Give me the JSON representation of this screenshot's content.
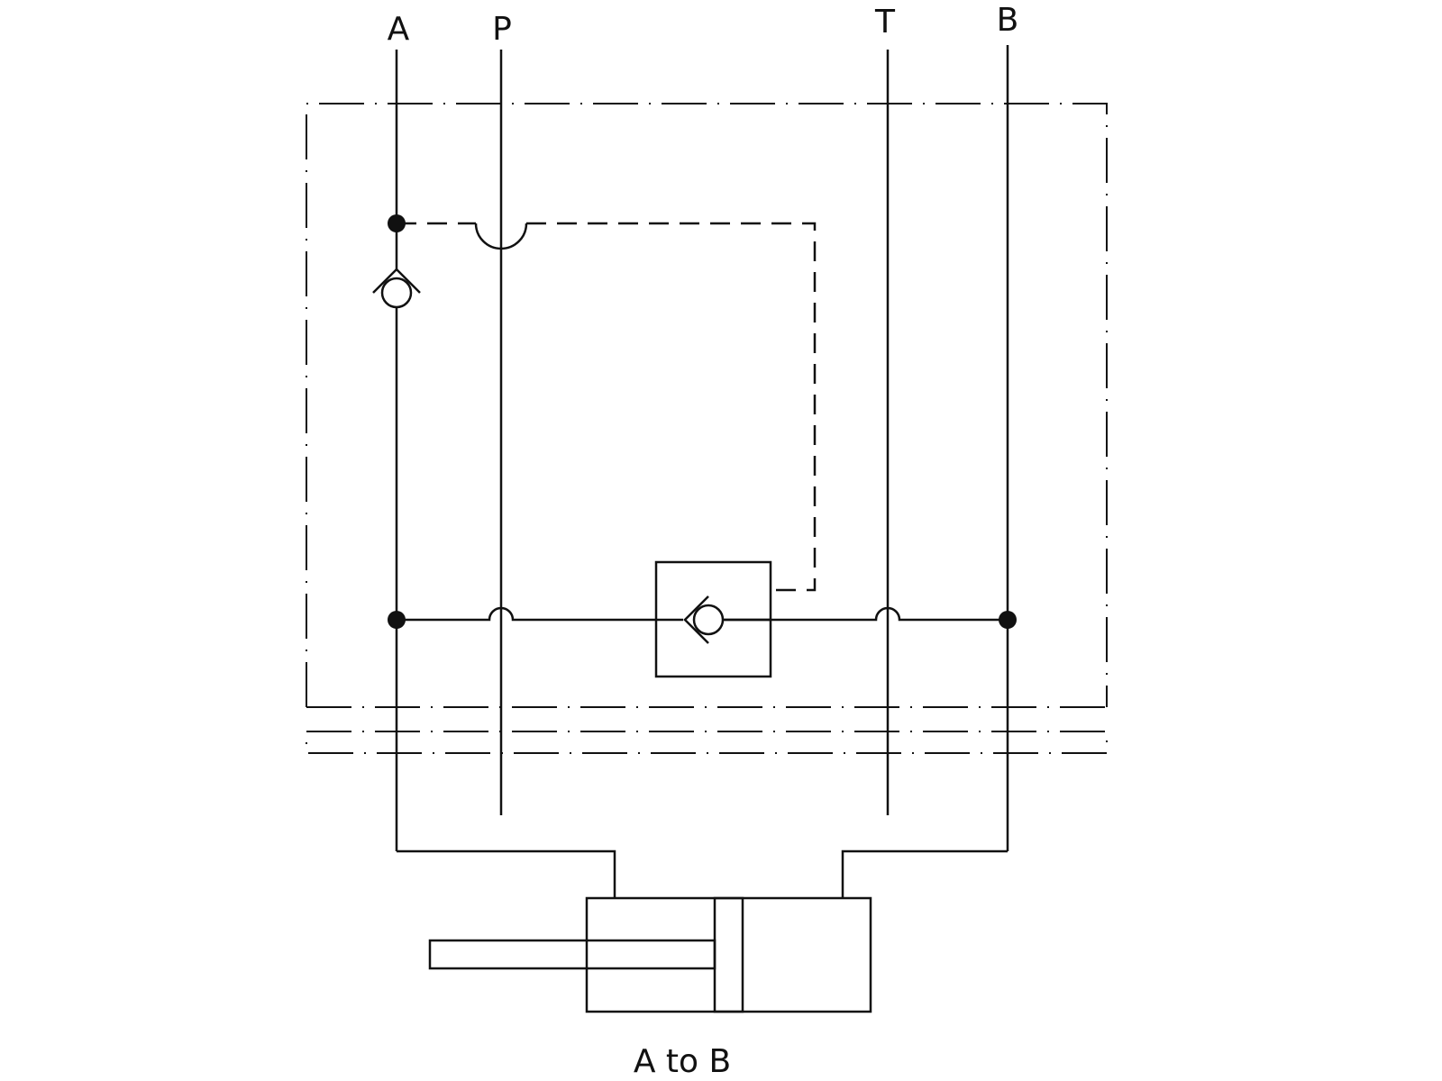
{
  "ports": {
    "a": "A",
    "p": "P",
    "t": "T",
    "b": "B"
  },
  "caption": "A to B"
}
